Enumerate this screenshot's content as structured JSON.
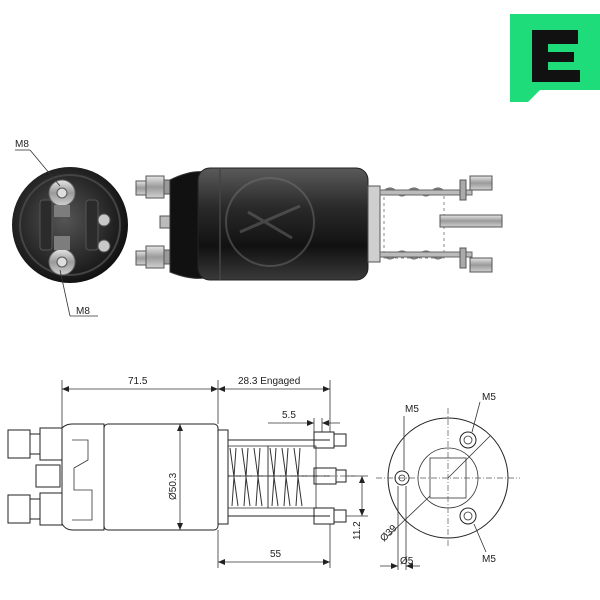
{
  "brand": {
    "logo_letter": "E",
    "logo_color": "#1fdc7b"
  },
  "photo": {
    "label_m8_top": "M8",
    "label_m8_bottom": "M8"
  },
  "drawing": {
    "dim_71_5": "71.5",
    "dim_28_3": "28.3 Engaged",
    "dim_5_5": "5.5",
    "dim_dia_50_3": "Ø50.3",
    "dim_11_2": "11.2",
    "dim_55": "55",
    "end_m5_top_left": "M5",
    "end_m5_top_right": "M5",
    "end_m5_bottom_right": "M5",
    "end_dia_39": "Ø39",
    "end_dia_5": "Ø5"
  },
  "colors": {
    "line": "#222222",
    "photo_dark": "#1a1a1a",
    "photo_metal": "#b9b9b9"
  }
}
